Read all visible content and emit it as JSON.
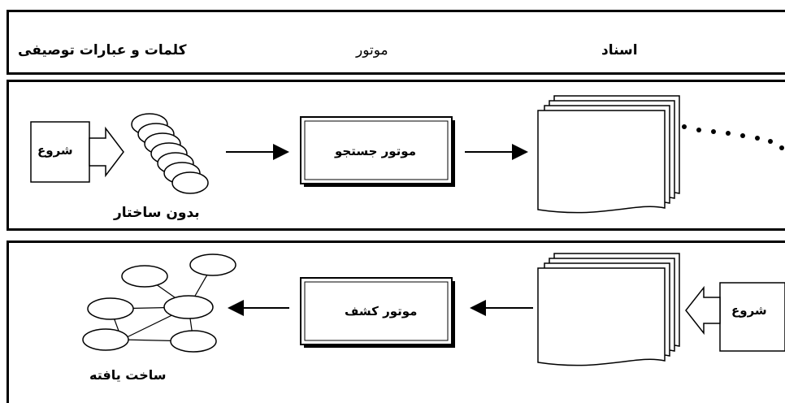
{
  "header": {
    "col_descriptions": "کلمات و عبارات توصیفی",
    "col_engine": "موتور",
    "col_documents": "اسناد"
  },
  "search_row": {
    "start_label": "شروع",
    "unstructured_label": "بدون ساختار",
    "engine_label": "موتور جستجو"
  },
  "discovery_row": {
    "start_label": "شروع",
    "engine_label": "موتور کشف",
    "structured_label": "ساخت یافته"
  }
}
